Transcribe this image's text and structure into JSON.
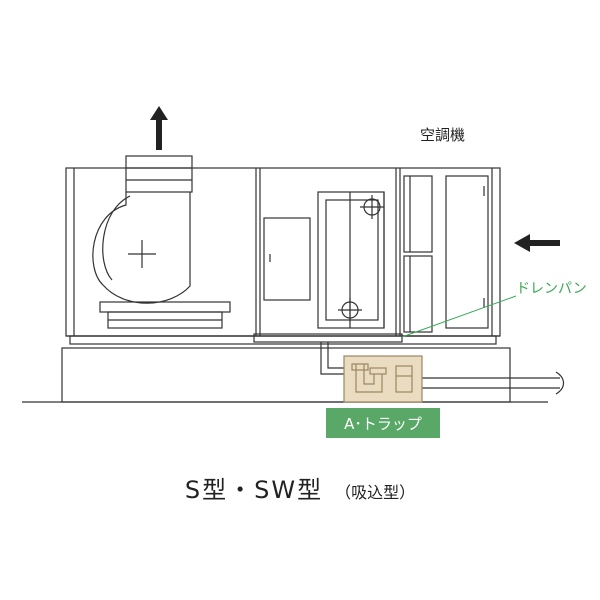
{
  "labels": {
    "unit": "空調機",
    "drain_pan": "ドレンパン",
    "trap": "A･トラップ",
    "caption_main": "S型・SW型",
    "caption_sub": "（吸込型）"
  },
  "colors": {
    "line": "#333333",
    "trap_fill": "#e9dcc0",
    "trap_stroke": "#9c8660",
    "accent_green": "#3aa856",
    "badge_green": "#5aa867"
  },
  "icons": {
    "exhaust_arrow": "arrow-up-icon",
    "intake_arrow": "arrow-left-icon"
  }
}
